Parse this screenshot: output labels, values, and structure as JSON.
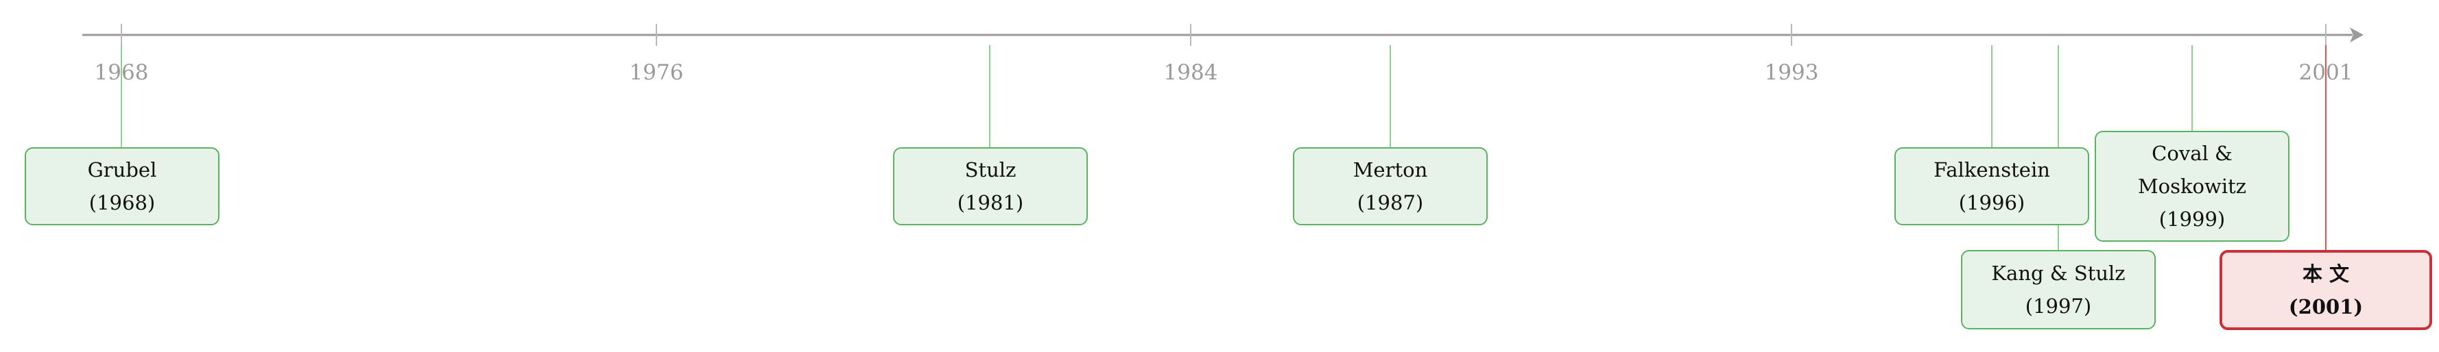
{
  "axis": {
    "ticks": [
      "1968",
      "1976",
      "1984",
      "1993",
      "2001"
    ]
  },
  "events": [
    {
      "id": "grubel",
      "lines": [
        "Grubel",
        "(1968)"
      ],
      "style": "green"
    },
    {
      "id": "stulz",
      "lines": [
        "Stulz",
        "(1981)"
      ],
      "style": "green"
    },
    {
      "id": "merton",
      "lines": [
        "Merton",
        "(1987)"
      ],
      "style": "green"
    },
    {
      "id": "falkenstein",
      "lines": [
        "Falkenstein",
        "(1996)"
      ],
      "style": "green"
    },
    {
      "id": "kang-stulz",
      "lines": [
        "Kang & Stulz",
        "(1997)"
      ],
      "style": "green"
    },
    {
      "id": "coval-moskowitz",
      "lines": [
        "Coval &",
        "Moskowitz",
        "(1999)"
      ],
      "style": "green"
    },
    {
      "id": "this-paper",
      "lines": [
        "本 文",
        "(2001)"
      ],
      "style": "red"
    }
  ],
  "colors": {
    "box_fill": "#e7f3e8",
    "box_border": "#5ab262",
    "highlight_fill": "#f9e3e3",
    "highlight_border": "#c8323a",
    "axis": "#9a9a9a"
  }
}
